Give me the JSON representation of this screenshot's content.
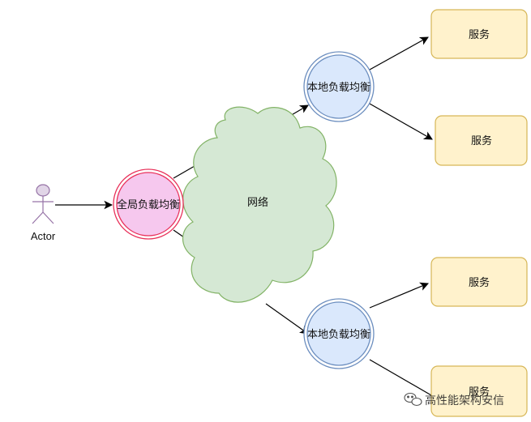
{
  "actor": {
    "label": "Actor",
    "color": "#e1d5e7",
    "stroke": "#9673a6"
  },
  "global_lb": {
    "label": "全局负载均衡",
    "fill": "#f6c8ee",
    "stroke": "#e8315a"
  },
  "network": {
    "label": "网络",
    "fill": "#d5e8d4",
    "stroke": "#82b366"
  },
  "local_lbs": [
    {
      "label": "本地负载均衡"
    },
    {
      "label": "本地负载均衡"
    }
  ],
  "local_lb_style": {
    "fill": "#dae8fc",
    "stroke": "#6c8ebf"
  },
  "services": [
    {
      "label": "服务"
    },
    {
      "label": "服务"
    },
    {
      "label": "服务"
    },
    {
      "label": "服务"
    }
  ],
  "service_style": {
    "fill": "#fff2cc",
    "stroke": "#d6b656"
  },
  "watermark": {
    "text": "高性能架构安信"
  }
}
